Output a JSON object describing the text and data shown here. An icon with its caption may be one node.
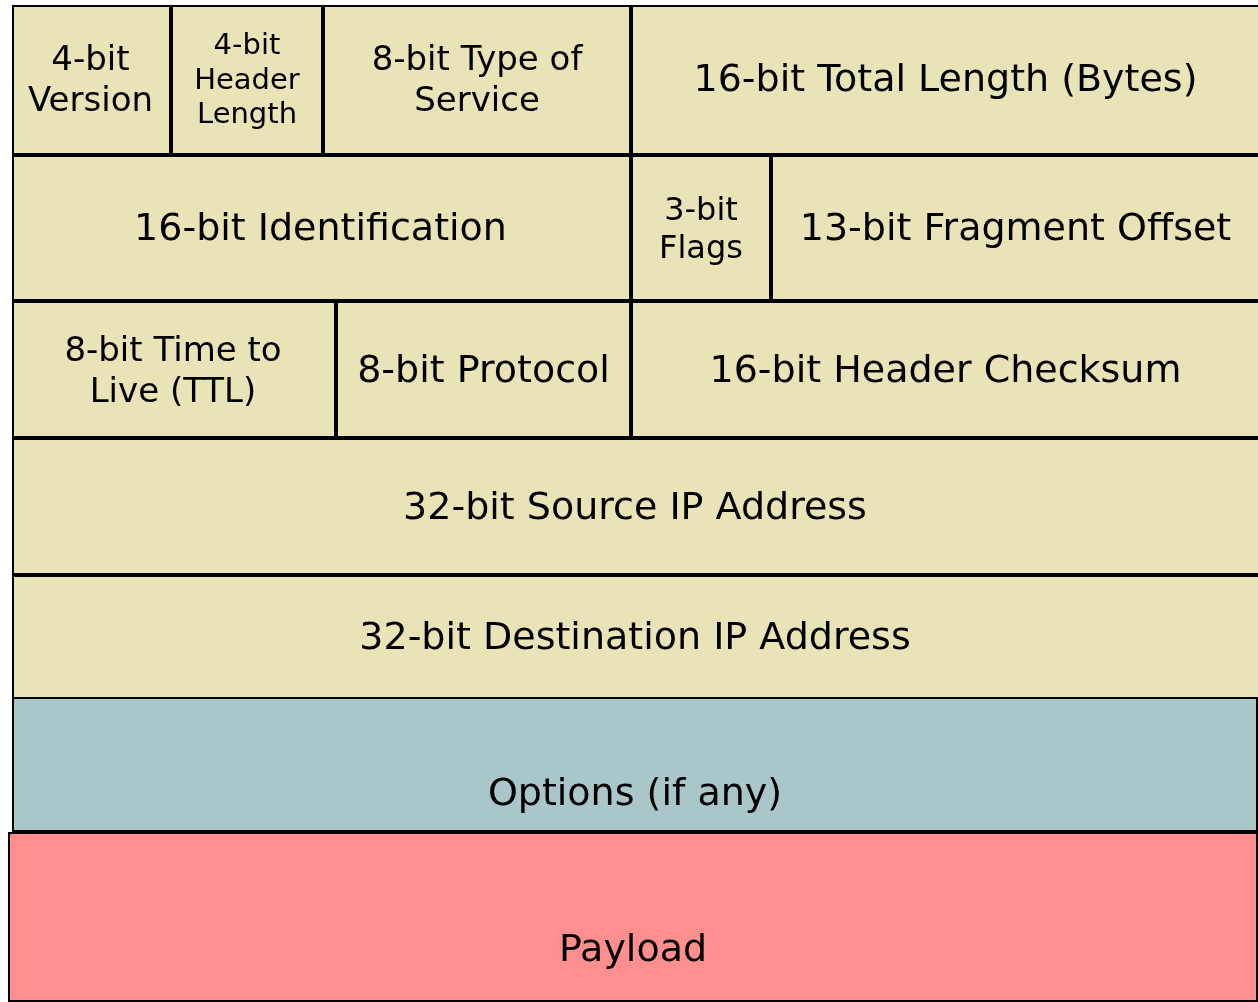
{
  "diagram": {
    "nodes": [
      {
        "text": [
          "4-bit Version"
        ]
      },
      {
        "text": [
          "4-bit Header Length"
        ]
      },
      {
        "text": [
          "8-bit Type of Service"
        ]
      },
      {
        "text": [
          "16-bit Total Length (Bytes)"
        ]
      },
      {
        "text": [
          "16-bit Identification"
        ]
      },
      {
        "text": [
          "3-bit Flags"
        ]
      },
      {
        "text": [
          "13-bit Fragment Offset"
        ]
      },
      {
        "text": [
          "8-bit Time to Live (TTL)"
        ]
      },
      {
        "text": [
          "8-bit Protocol"
        ]
      },
      {
        "text": [
          "16-bit Header Checksum"
        ]
      },
      {
        "text": [
          "32-bit Source IP Address"
        ]
      },
      {
        "text": [
          "32-bit Destination IP Address"
        ]
      },
      {
        "text": [
          "Options (if any)"
        ]
      },
      {
        "text": [
          "Payload"
        ]
      }
    ],
    "edges": []
  }
}
